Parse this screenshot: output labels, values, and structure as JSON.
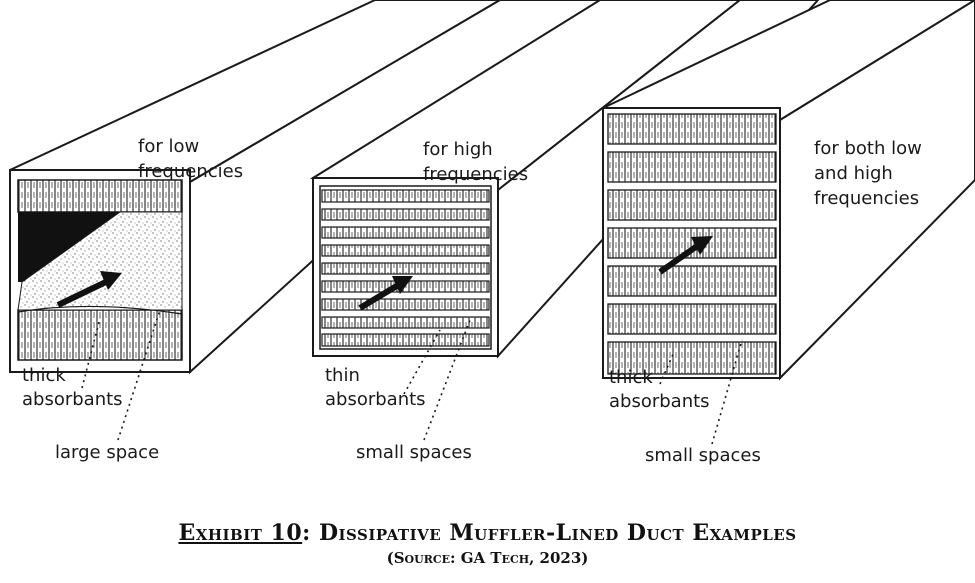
{
  "diagram": {
    "duct_low": {
      "label_line1": "for low",
      "label_line2": "frequencies",
      "absorbant_line1": "thick",
      "absorbant_line2": "absorbants",
      "space_label": "large space"
    },
    "duct_high": {
      "label_line1": "for high",
      "label_line2": "frequencies",
      "absorbant_line1": "thin",
      "absorbant_line2": "absorbants",
      "space_label": "small spaces"
    },
    "duct_both": {
      "label_line1": "for both low",
      "label_line2": "and high",
      "label_line3": "frequencies",
      "absorbant_line1": "thick",
      "absorbant_line2": "absorbants",
      "space_label": "small spaces"
    }
  },
  "caption": {
    "exhibit": "Exhibit 10",
    "title": ":  Dissipative Muffler-Lined Duct Examples",
    "source": "(Source:  GA Tech, 2023)"
  },
  "colors": {
    "line": "#1a1a1a",
    "fill": "#ffffff",
    "dark": "#111111"
  }
}
